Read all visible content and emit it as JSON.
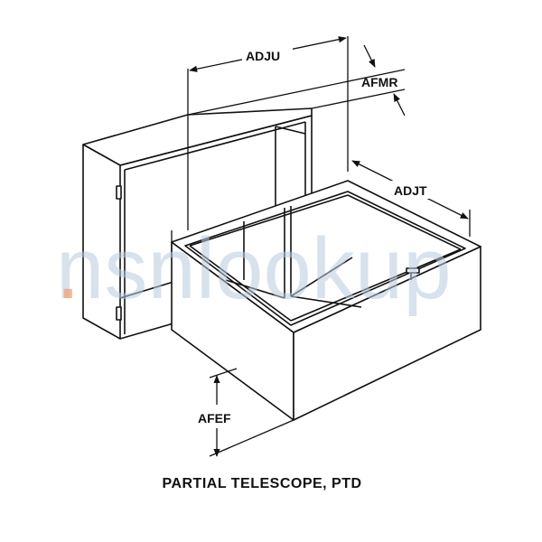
{
  "dimensions": {
    "adju": "ADJU",
    "afmr": "AFMR",
    "adjt": "ADJT",
    "afef": "AFEF"
  },
  "caption": "PARTIAL TELESCOPE, PTD",
  "watermark": {
    "text": "nsnlookup",
    "color": "#b9cbe0",
    "accent_color": "#f0a070"
  },
  "colors": {
    "outline": "#111111",
    "box_fill": "#ffffff"
  }
}
